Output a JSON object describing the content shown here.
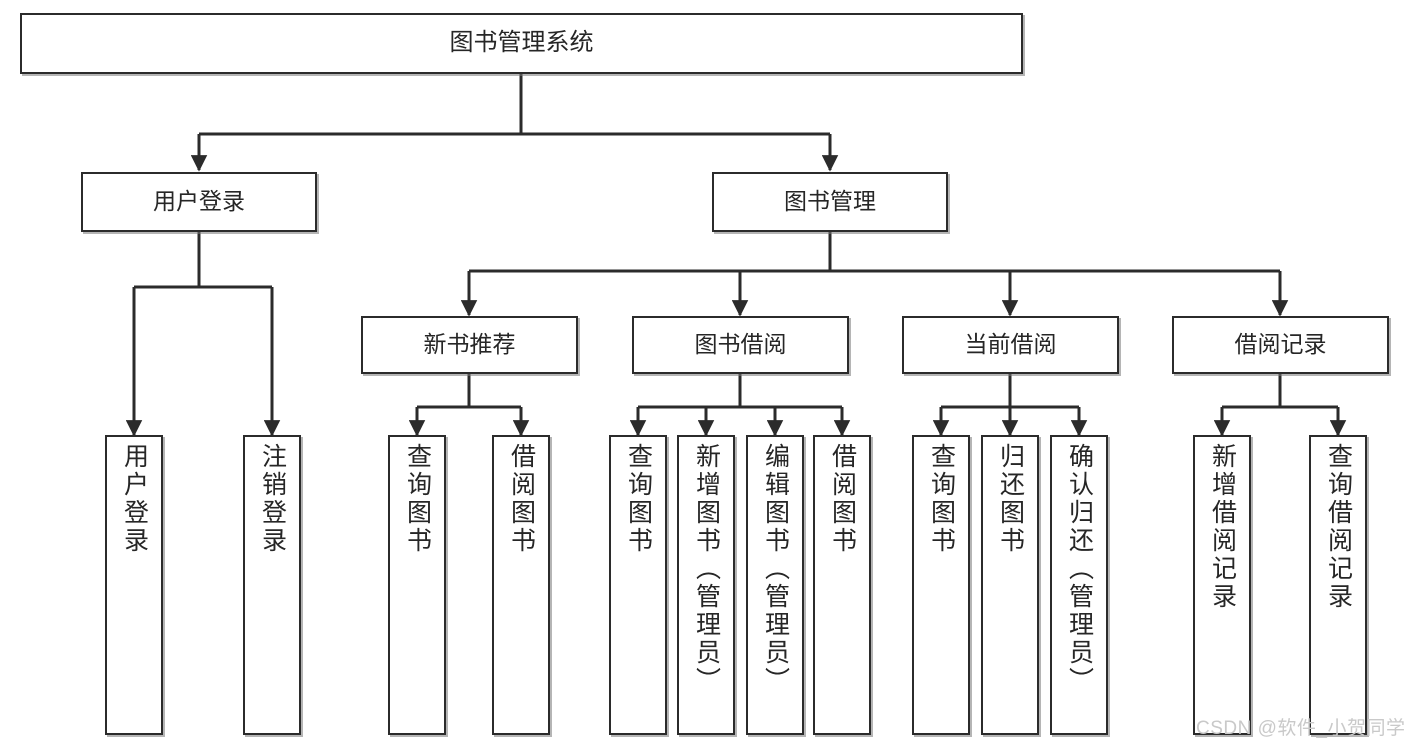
{
  "diagram": {
    "title": "图书管理系统",
    "type": "tree-hierarchy",
    "watermark": "CSDN @软件_小贺同学",
    "colors": {
      "box_border": "#2b2b2b",
      "box_fill": "#ffffff",
      "edge": "#2b2b2b",
      "text": "#262626",
      "watermark": "#c9c9c9"
    },
    "nodes": {
      "root": {
        "label": "图书管理系统"
      },
      "level2": [
        {
          "label": "用户登录"
        },
        {
          "label": "图书管理"
        }
      ],
      "level3": [
        {
          "label": "新书推荐"
        },
        {
          "label": "图书借阅"
        },
        {
          "label": "当前借阅"
        },
        {
          "label": "借阅记录"
        }
      ],
      "leaves": {
        "user_login": [
          {
            "label": "用户登录"
          },
          {
            "label": "注销登录"
          }
        ],
        "new_book_recommend": [
          {
            "label": "查询图书"
          },
          {
            "label": "借阅图书"
          }
        ],
        "book_borrow": [
          {
            "label": "查询图书"
          },
          {
            "label": "新增图书（管理员）"
          },
          {
            "label": "编辑图书（管理员）"
          },
          {
            "label": "借阅图书"
          }
        ],
        "current_borrow": [
          {
            "label": "查询图书"
          },
          {
            "label": "归还图书"
          },
          {
            "label": "确认归还（管理员）"
          }
        ],
        "borrow_records": [
          {
            "label": "新增借阅记录"
          },
          {
            "label": "查询借阅记录"
          }
        ]
      }
    }
  }
}
